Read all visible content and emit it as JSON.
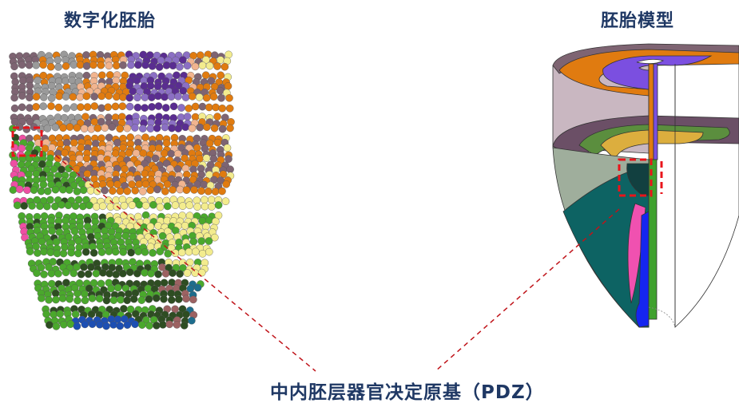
{
  "titles": {
    "left": "数字化胚胎",
    "right": "胚胎模型",
    "bottom": "中内胚层器官决定原基（PDZ）"
  },
  "colors": {
    "title": "#1f3864",
    "highlight": "#e8141b",
    "orange": "#e07b10",
    "peach": "#f1b48f",
    "mauve": "#7e6472",
    "gray": "#9a9a9a",
    "purple": "#5a2d91",
    "lilac": "#8b6fc4",
    "green": "#4aa82c",
    "dark_green": "#2e4d22",
    "yellow": "#f3ec8e",
    "brown": "#9c6262",
    "teal": "#1d6d8d",
    "pink": "#ee4fa3",
    "blue": "#1d4fb3"
  }
}
